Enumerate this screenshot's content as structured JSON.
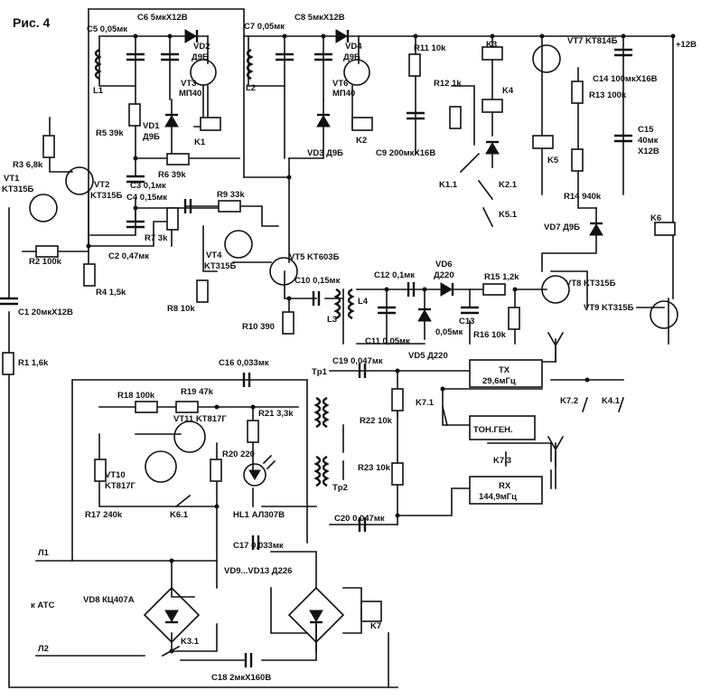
{
  "figure": {
    "title": "Рис. 4"
  },
  "power": {
    "plus12": "+12В"
  },
  "labels": {
    "c5": "C5 0,05мк",
    "c6": "C6 5мкХ12В",
    "c7": "C7 0,05мк",
    "c8": "C8 5мкХ12В",
    "vd2": "VD2",
    "vd2t": "Д9Б",
    "vd4": "VD4",
    "vd4t": "Д9Б",
    "vt3": "VT3",
    "vt3t": "МП40",
    "vt6": "VT6",
    "vt6t": "МП40",
    "l1": "L1",
    "l2": "L2",
    "r5": "R5 39k",
    "vd1": "VD1",
    "vd1t": "Д9Б",
    "k1": "K1",
    "vd3": "VD3 Д9Б",
    "k2": "K2",
    "c9": "C9 200мкХ16В",
    "r3": "R3 6,8k",
    "vt1": "VT1",
    "vt1t": "KT315Б",
    "vt2": "VT2",
    "vt2t": "KT315Б",
    "r6": "R6 39k",
    "c3": "C3 0,1мк",
    "c4": "C4 0,15мк",
    "r9": "R9 33k",
    "r7": "R7 3k",
    "c2": "C2 0,47мк",
    "r2": "R2 100k",
    "r4": "R4 1,5k",
    "vt4": "VT4",
    "vt4t": "KT315Б",
    "vt5": "VT5 KT603Б",
    "r8": "R8 10k",
    "c10": "C10 0,15мк",
    "r10": "R10 390",
    "l3": "L3",
    "l4": "L4",
    "c11": "C11 0,05мк",
    "c12": "C12 0,1мк",
    "vd6": "VD6",
    "vd6t": "Д220",
    "vd5": "VD5 Д220",
    "c13": "C13",
    "c13t": "0,05мк",
    "r15": "R15 1,2k",
    "r16": "R16 10k",
    "vt8": "VT8 KT315Б",
    "vt9": "VT9 KT315Б",
    "r11": "R11 10k",
    "r12": "R12 1k",
    "k3": "K3",
    "k4": "K4",
    "k11": "K1.1",
    "k21": "K2.1",
    "k51": "K5.1",
    "vt7": "VT7 KT814Б",
    "c14": "C14 100мкХ16В",
    "r13": "R13 100k",
    "c15": "C15",
    "c15a": "40мк",
    "c15b": "Х12В",
    "k5": "K5",
    "r14": "R14 940k",
    "vd7": "VD7 Д9Б",
    "k6": "K6",
    "c1": "C1 20мкХ12В",
    "r1": "R1 1,6k",
    "c16": "C16 0,033мк",
    "c19": "C19 0,047мк",
    "tp1": "Tp1",
    "tp2": "Tp2",
    "r18": "R18 100k",
    "r19": "R19 47k",
    "vt11": "VT11 KT817Г",
    "r21": "R21 3,3k",
    "vt10": "VT10",
    "vt10t": "KT817Г",
    "r20": "R20 220",
    "r17": "R17 240k",
    "k61": "K6.1",
    "hl1": "HL1 АЛ307В",
    "r22": "R22 10k",
    "r23": "R23 10k",
    "c20": "C20 0,047мк",
    "c17": "C17 0,033мк",
    "k71": "K7.1",
    "k72": "K7.2",
    "k41": "K4.1",
    "k73": "K7.3",
    "l1line": "Л1",
    "l2line": "Л2",
    "katc": "к АТС",
    "vd8": "VD8 КЦ407А",
    "vd913": "VD9...VD13 Д226",
    "k7": "K7",
    "k31": "K3.1",
    "c18": "C18 2мкХ160В"
  },
  "blocks": {
    "tx": "TX",
    "tx_freq": "29,6мГц",
    "tongen": "ТОН.ГЕН.",
    "rx": "RX",
    "rx_freq": "144,9мГц"
  }
}
